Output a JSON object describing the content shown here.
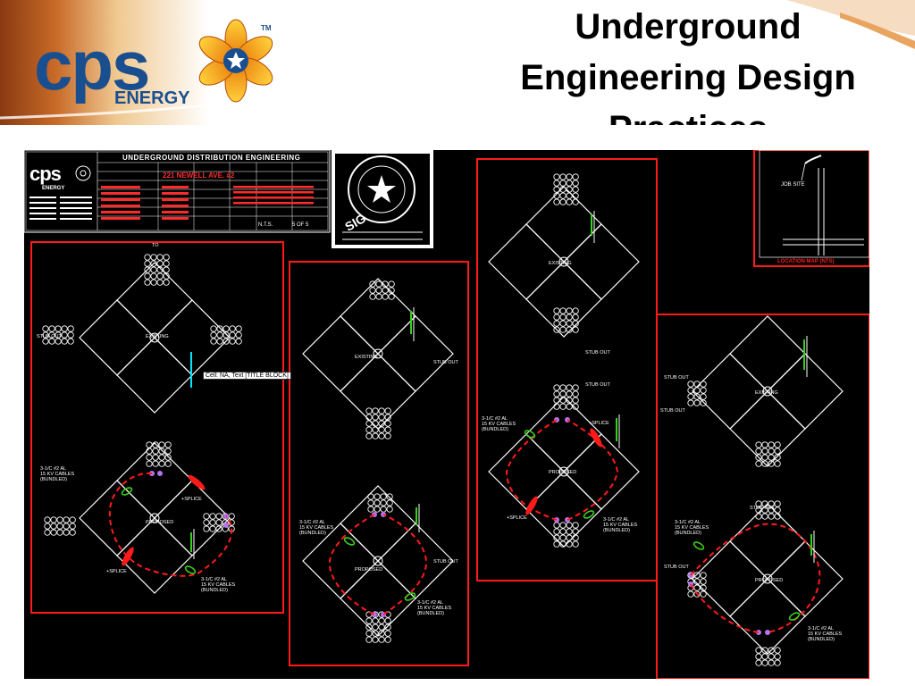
{
  "slide": {
    "title": "Underground\nEngineering Design\nPractices"
  },
  "logo": {
    "wordmark": "cps",
    "sub": "ENERGY",
    "tm": "TM"
  },
  "title_block": {
    "logo_wordmark": "cps",
    "logo_sub": "ENERGY",
    "header": "UNDERGROUND DISTRIBUTION ENGINEERING",
    "address": "221 NEWELL AVE. #2",
    "scale": "N.T.S.",
    "sheet": "5 OF 5",
    "seal_word": "SIG"
  },
  "location_map": {
    "job_site": "JOB SITE",
    "caption": "LOCATION MAP (NTS)"
  },
  "tooltip": "Cell: NA, Text [TITLE BLOCK]",
  "labels": {
    "to": "TO",
    "existing": "EXISTING",
    "proposed": "PROPOSED",
    "stub_out": "STUB OUT",
    "splice": "+SPLICE",
    "cables_1": "3-1/C #2 AL",
    "cables_2": "15 KV CABLES",
    "cables_3": "(BUNDLED)"
  },
  "colors": {
    "cad_background": "#000000",
    "line_work": "#ffffff",
    "boundary": "#ff1a1a",
    "cable_tag": "#37d01a",
    "conduit_end": "#b673f0",
    "selection": "#00e5ff",
    "slide_title": "#000000"
  }
}
